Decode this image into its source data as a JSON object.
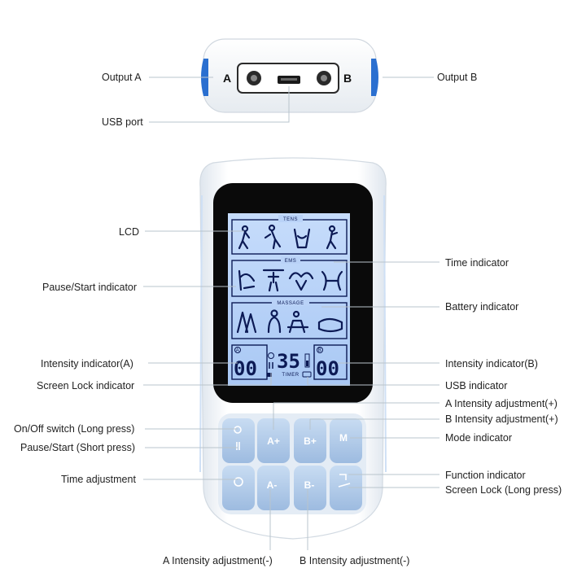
{
  "device": {
    "top_view": {
      "port_a_letter": "A",
      "port_b_letter": "B"
    },
    "lcd": {
      "sections": [
        "TENS",
        "EMS",
        "MASSAGE"
      ],
      "channel_a_value": "00",
      "channel_b_value": "00",
      "timer_value": "35",
      "timer_label": "TIMER",
      "channel_a_letter": "A",
      "channel_b_letter": "B"
    },
    "buttons": {
      "a_plus": "A+",
      "b_plus": "B+",
      "mode": "M",
      "a_minus": "A-",
      "b_minus": "B-"
    }
  },
  "labels": {
    "output_a": "Output A",
    "output_b": "Output B",
    "usb_port": "USB port",
    "lcd": "LCD",
    "time_indicator": "Time indicator",
    "pause_start_indicator": "Pause/Start indicator",
    "battery_indicator": "Battery indicator",
    "intensity_indicator_a": "Intensity indicator(A)",
    "intensity_indicator_b": "Intensity indicator(B)",
    "screen_lock_indicator": "Screen Lock indicator",
    "usb_indicator": "USB indicator",
    "a_intensity_up": "A Intensity adjustment(+)",
    "b_intensity_up": "B Intensity adjustment(+)",
    "on_off_switch": "On/Off switch (Long press)",
    "mode_indicator": "Mode indicator",
    "pause_start_short": "Pause/Start (Short press)",
    "time_adjustment": "Time adjustment",
    "function_indicator": "Function indicator",
    "screen_lock_long": "Screen Lock (Long press)",
    "a_intensity_down": "A Intensity adjustment(-)",
    "b_intensity_down": "B Intensity adjustment(-)"
  },
  "colors": {
    "lcd_backlight": "#b9d2f7",
    "lcd_ink": "#0c1a55",
    "button_blue": "#a9c6e8",
    "accent_blue": "#1f5fbf"
  }
}
